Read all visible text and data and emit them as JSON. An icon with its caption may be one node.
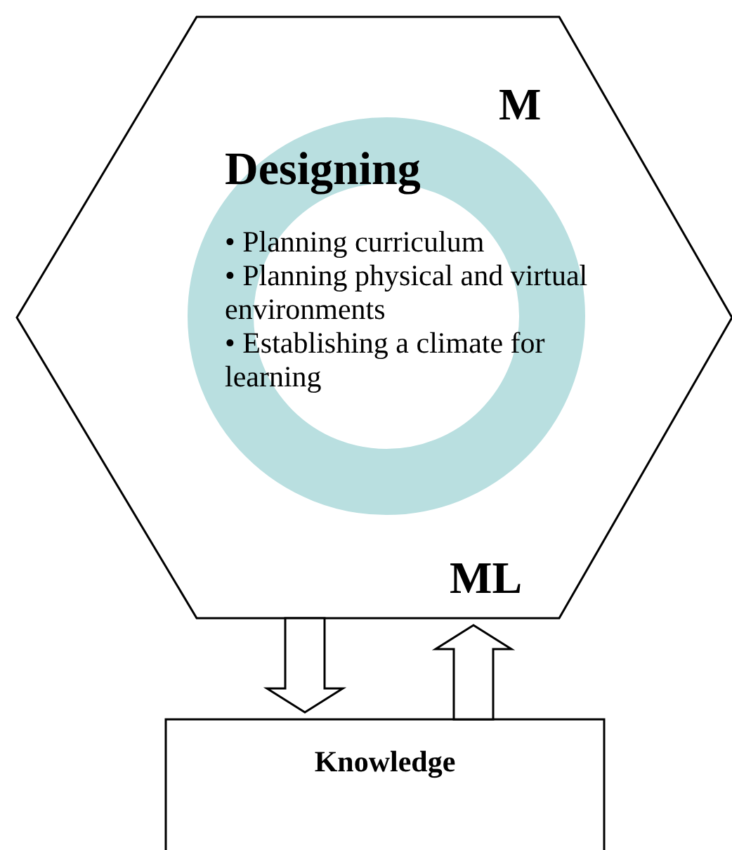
{
  "diagram": {
    "nodes": [
      {
        "text": [
          "M",
          "ML"
        ]
      },
      {
        "text": [
          "Designing",
          "• Planning curriculum",
          "• Planning physical and virtual environments",
          "• Establishing a climate for learning"
        ],
        "in": 0
      },
      {
        "text": [
          "Knowledge"
        ]
      }
    ],
    "edges": [
      {
        "from": 0,
        "to": 2,
        "arrow": "to"
      },
      {
        "from": 2,
        "to": 0,
        "arrow": "to"
      }
    ]
  }
}
